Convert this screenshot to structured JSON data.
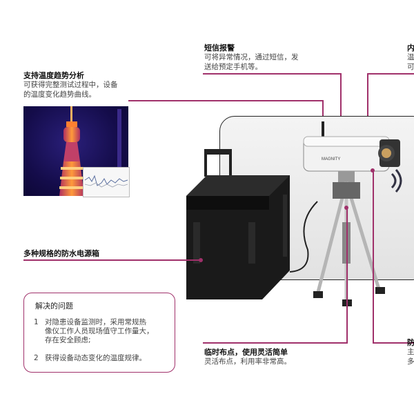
{
  "callouts": {
    "trend": {
      "title": "支持温度趋势分析",
      "desc_lines": [
        "可获得完整测试过程中，设备",
        "的温度变化趋势曲线。"
      ]
    },
    "sms": {
      "title": "短信报警",
      "desc_lines": [
        "可将异常情况，通过短信，发",
        "送给预定手机等。"
      ]
    },
    "top_right": {
      "title": "内",
      "desc_lines": [
        "温",
        "可"
      ]
    },
    "power": {
      "title": "多种规格的防水电源箱"
    },
    "deploy": {
      "title": "临时布点，使用灵活简单",
      "desc": "灵活布点，利用率非常高。"
    },
    "bottom_right": {
      "title": "防",
      "desc_lines": [
        "主",
        "多"
      ]
    }
  },
  "solution": {
    "title": "解决的问题",
    "items": [
      {
        "num": "1",
        "lines": [
          "对隐患设备监测时，采用常规热",
          "像仪工作人员现场值守工作量大，",
          "存在安全顾虑;"
        ]
      },
      {
        "num": "2",
        "lines": [
          "获得设备动态变化的温度规律。"
        ]
      }
    ]
  },
  "camera": {
    "brand": "MAGNITY"
  },
  "colors": {
    "accent": "#a0306a",
    "case": "#1a1a1a"
  }
}
